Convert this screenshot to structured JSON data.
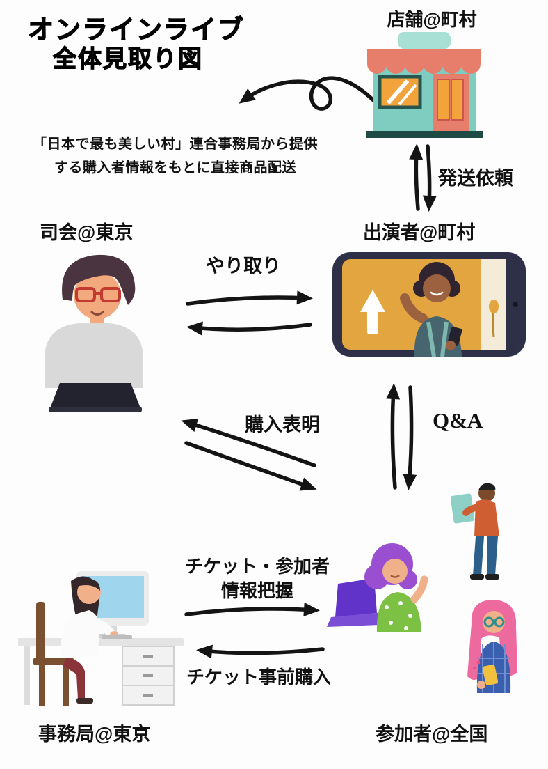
{
  "title": {
    "line1": "オンラインライブ",
    "line2": "全体見取り図"
  },
  "nodes": {
    "store": {
      "label": "店舗@町村"
    },
    "mc": {
      "label": "司会@東京"
    },
    "performer": {
      "label": "出演者@町村"
    },
    "office": {
      "label": "事務局@東京"
    },
    "participants": {
      "label": "参加者@全国"
    }
  },
  "edges": {
    "shipping_request": "発送依頼",
    "exchange": "やり取り",
    "purchase_declaration": "購入表明",
    "qa": "Q&A",
    "ticket_info_line1": "チケット・参加者",
    "ticket_info_line2": "情報把握",
    "ticket_prepurchase": "チケット事前購入"
  },
  "note": {
    "line1": "「日本で最も美しい村」連合事務局から提供",
    "line2": "する購入者情報をもとに直接商品配送"
  },
  "colors": {
    "ink": "#141414",
    "store_teal": "#7fccc1",
    "awning_salmon": "#e77e6b",
    "window_orange": "#f2a33c",
    "phone_frame": "#2d3047",
    "phone_screen": "#e2a53f",
    "sweater_gray": "#d9d9d9",
    "laptop_navy": "#23232f",
    "monitor_blue": "#9fd6ee",
    "participant_green": "#7cc144",
    "participant_purple": "#9a4fd0",
    "participant_pink": "#ec6a9e",
    "participant_orange": "#cf5f33"
  }
}
